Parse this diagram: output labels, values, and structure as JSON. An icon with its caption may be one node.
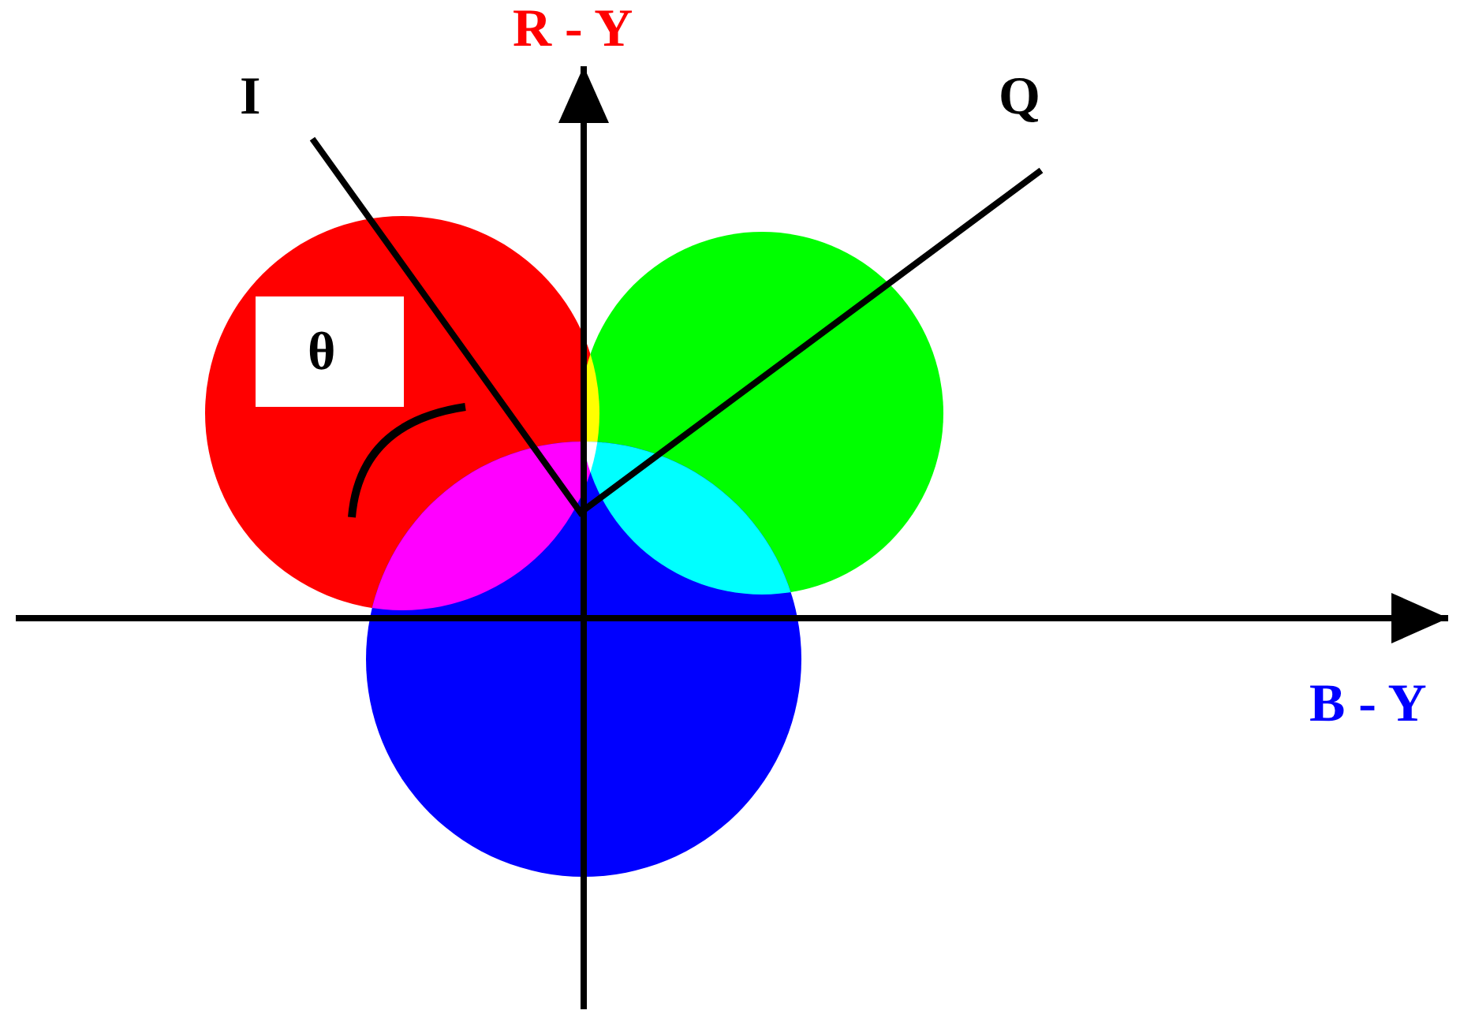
{
  "diagram": {
    "labels": [
      "R - Y",
      "I",
      "Q",
      "θ",
      "B - Y"
    ]
  }
}
